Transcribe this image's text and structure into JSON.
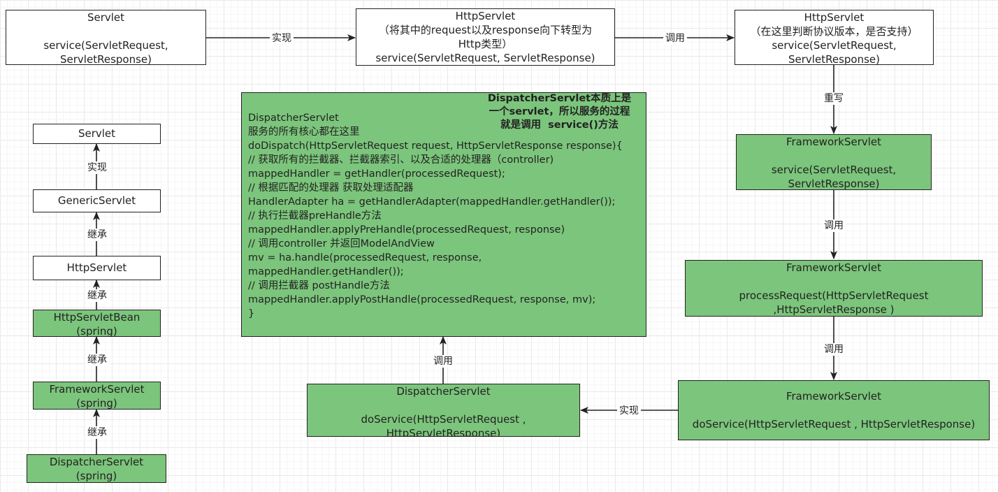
{
  "colors": {
    "node_fill": "#7cc57c",
    "border": "#222222",
    "background": "#ffffff"
  },
  "top_row": {
    "servlet": "Servlet\n\nservice(ServletRequest,\nServletResponse)",
    "http_servlet": "HttpServlet\n（将其中的request以及response向下转型为\nHttp类型）\nservice(ServletRequest, ServletResponse)",
    "http_servlet_version": "HttpServlet\n（在这里判断协议版本，是否支持）\nservice(ServletRequest,\nServletResponse)"
  },
  "flow": {
    "framework_service": "FrameworkServlet\n\nservice(ServletRequest,\nServletResponse)",
    "framework_process": "FrameworkServlet\n\nprocessRequest(HttpServletRequest\n,HttpServletResponse )",
    "framework_doservice": "FrameworkServlet\n\ndoService(HttpServletRequest , HttpServletResponse)",
    "dispatcher_doservice": "DispatcherServlet\n\ndoService(HttpServletRequest ,\nHttpServletResponse)"
  },
  "dispatch_code": "DispatcherServlet\n服务的所有核心都在这里\ndoDispatch(HttpServletRequest request, HttpServletResponse response){\n// 获取所有的拦截器、拦截器索引、以及合适的处理器（controller)\nmappedHandler = getHandler(processedRequest);\n// 根据匹配的处理器 获取处理适配器\nHandlerAdapter ha = getHandlerAdapter(mappedHandler.getHandler());\n// 执行拦截器preHandle方法\nmappedHandler.applyPreHandle(processedRequest, response)\n// 调用controller 并返回ModelAndView\nmv = ha.handle(processedRequest, response,\nmappedHandler.getHandler());\n// 调用拦截器 postHandle方法\nmappedHandler.applyPostHandle(processedRequest, response, mv);\n}",
  "dispatch_note": "DispatcherServlet本质上是\n一个servlet，所以服务的过程\n就是调用  service()方法",
  "hierarchy": {
    "servlet": "Servlet",
    "generic_servlet": "GenericServlet",
    "http_servlet": "HttpServlet",
    "http_servlet_bean": "HttpServletBean\n(spring)",
    "framework_servlet": "FrameworkServlet\n(spring)",
    "dispatcher_servlet": "DispatcherServlet\n(spring)"
  },
  "edge_labels": {
    "implement": "实现",
    "call": "调用",
    "override": "重写",
    "inherit": "继承"
  }
}
